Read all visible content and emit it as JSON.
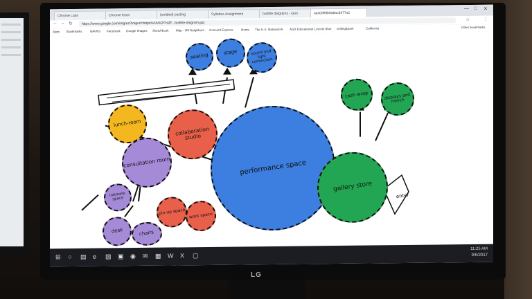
{
  "browser": {
    "tabs": [
      {
        "label": "Chrome Labs"
      },
      {
        "label": "Chrome learn"
      },
      {
        "label": "(untitled) pasting"
      },
      {
        "label": "Syllabus Assignment"
      },
      {
        "label": "bubble diagrams - Goo"
      },
      {
        "label": "aas0d98b8a6ac6477a1"
      }
    ],
    "url": "https://www.google.com/imgres?imgurl=https%3A%2F%2F...bubble-diagram.jpg",
    "bookmarks": [
      {
        "label": "Apps"
      },
      {
        "label": "Bookmarks"
      },
      {
        "label": "NAVNS"
      },
      {
        "label": "Facebook"
      },
      {
        "label": "Google Images"
      },
      {
        "label": "Sketchbook"
      },
      {
        "label": "Map - 3M Neighbors"
      },
      {
        "label": "Concord Express"
      },
      {
        "label": "Home"
      },
      {
        "label": "The U.S. National Ar"
      },
      {
        "label": "ASD Educational"
      },
      {
        "label": "Lincoln Blue"
      },
      {
        "label": "ceiling&park"
      },
      {
        "label": "California"
      },
      {
        "label": "Other bookmarks"
      }
    ]
  },
  "diagram": {
    "bubbles": [
      {
        "label": "seating",
        "color": "#3d7fe0"
      },
      {
        "label": "stage",
        "color": "#3d7fe0"
      },
      {
        "label": "sound and light connection",
        "color": "#3d7fe0"
      },
      {
        "label": "cash wrap",
        "color": "#23a653"
      },
      {
        "label": "displays and merch",
        "color": "#23a653"
      },
      {
        "label": "lunch-room",
        "color": "#f4b71f"
      },
      {
        "label": "collaboration studio",
        "color": "#e8604a"
      },
      {
        "label": "consultation room",
        "color": "#a58bd7"
      },
      {
        "label": "performance space",
        "color": "#3d7fe0"
      },
      {
        "label": "gallery store",
        "color": "#23a653"
      },
      {
        "label": "intimate space",
        "color": "#a58bd7"
      },
      {
        "label": "desk",
        "color": "#a58bd7"
      },
      {
        "label": "chairs",
        "color": "#a58bd7"
      },
      {
        "label": "pin-up space",
        "color": "#e8604a"
      },
      {
        "label": "work space",
        "color": "#e8604a"
      },
      {
        "label": "enter",
        "color": "#ffffff"
      }
    ]
  },
  "taskbar": {
    "time": "11:25 AM",
    "date": "9/6/2017"
  },
  "monitor": {
    "brand": "LG"
  }
}
